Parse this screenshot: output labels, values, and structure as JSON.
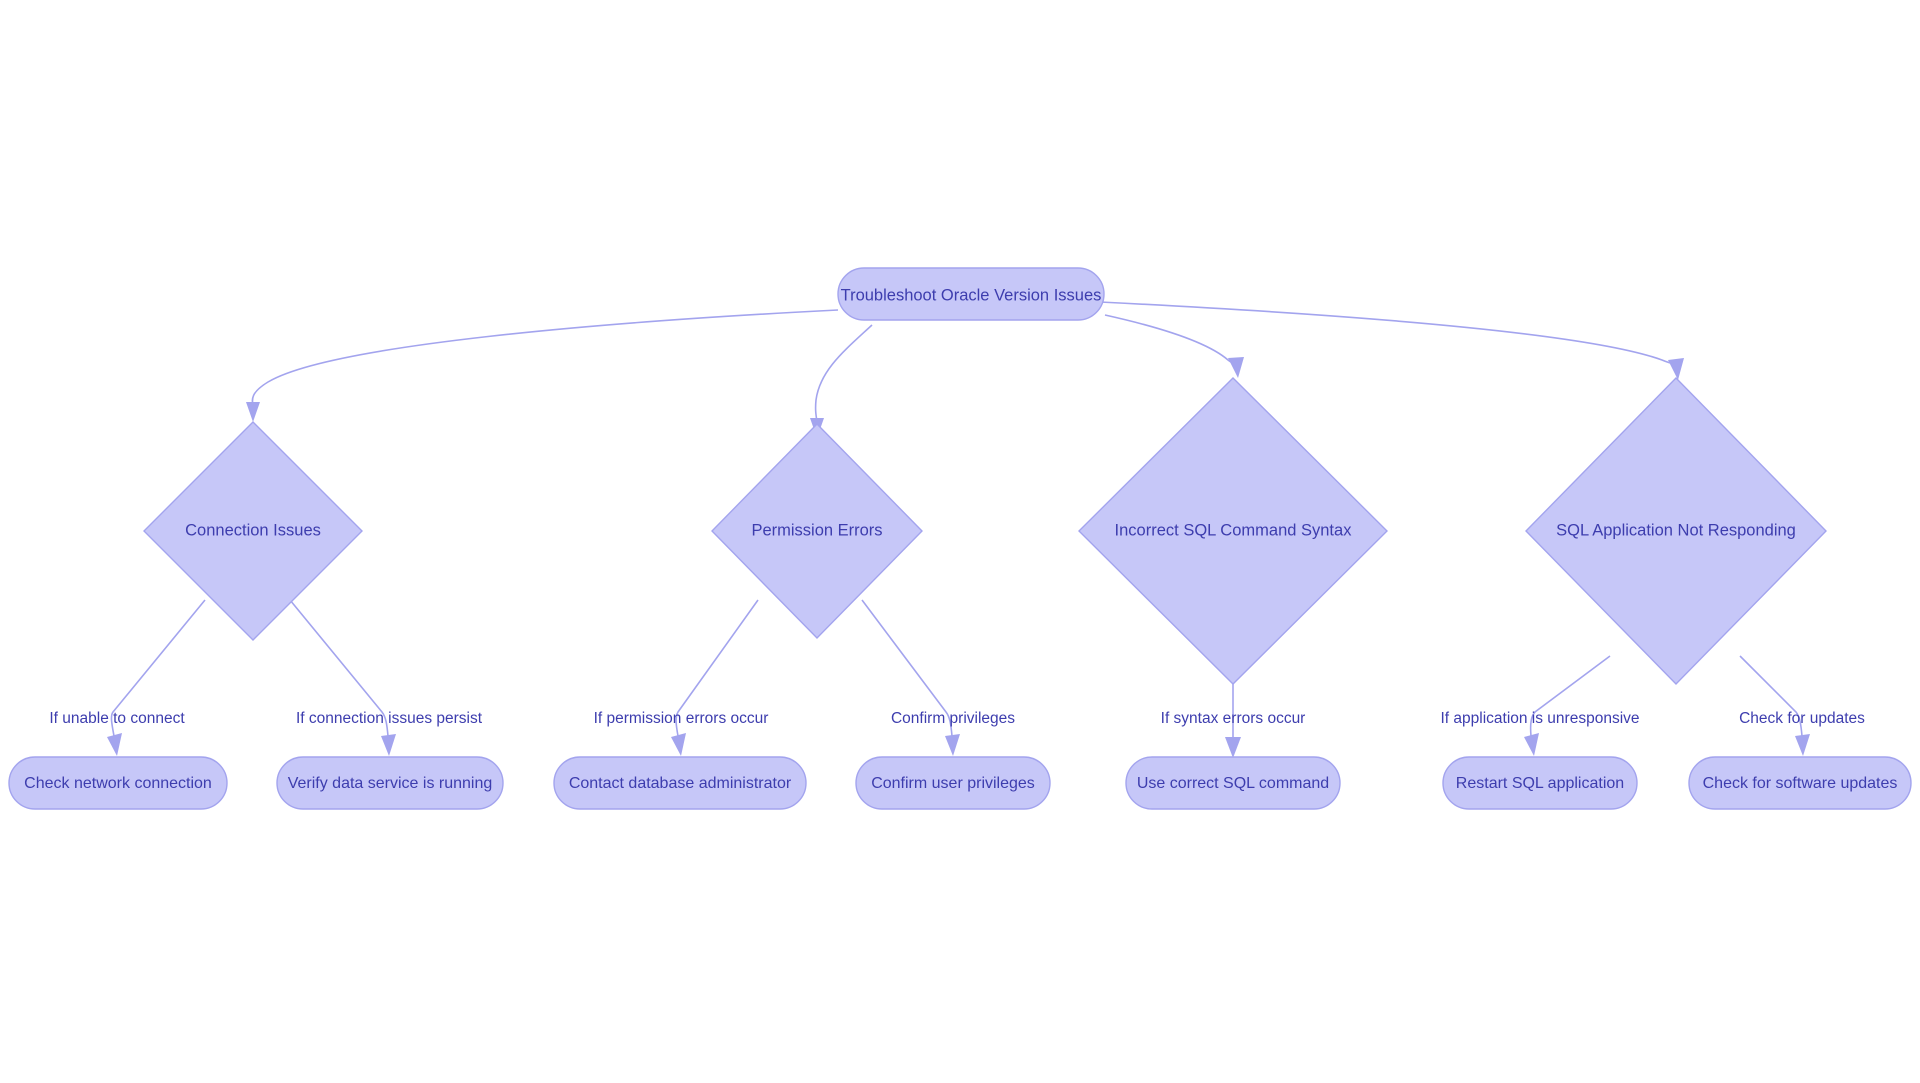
{
  "diagram": {
    "type": "flowchart",
    "orientation": "top-down",
    "background_color": "#ffffff",
    "node_fill_color": "#c6c7f8",
    "node_border_color": "#a3a4ee",
    "text_color": "#3d3dae",
    "edge_color": "#a3a4ee"
  },
  "root": {
    "id": "root",
    "shape": "rounded-rectangle",
    "label": "Troubleshoot Oracle Version Issues"
  },
  "decisions": [
    {
      "id": "connection-issues",
      "shape": "diamond",
      "label": "Connection Issues"
    },
    {
      "id": "permission-errors",
      "shape": "diamond",
      "label": "Permission Errors"
    },
    {
      "id": "incorrect-sql-command-syntax",
      "shape": "diamond",
      "label": "Incorrect SQL Command Syntax"
    },
    {
      "id": "sql-application-not-responding",
      "shape": "diamond",
      "label": "SQL Application Not Responding"
    }
  ],
  "actions": [
    {
      "id": "check-network-connection",
      "shape": "rounded-rectangle",
      "label": "Check network connection"
    },
    {
      "id": "verify-data-service-is-running",
      "shape": "rounded-rectangle",
      "label": "Verify data service is running"
    },
    {
      "id": "contact-database-administrator",
      "shape": "rounded-rectangle",
      "label": "Contact database administrator"
    },
    {
      "id": "confirm-user-privileges",
      "shape": "rounded-rectangle",
      "label": "Confirm user privileges"
    },
    {
      "id": "use-correct-sql-command",
      "shape": "rounded-rectangle",
      "label": "Use correct SQL command"
    },
    {
      "id": "restart-sql-application",
      "shape": "rounded-rectangle",
      "label": "Restart SQL application"
    },
    {
      "id": "check-for-software-updates",
      "shape": "rounded-rectangle",
      "label": "Check for software updates"
    }
  ],
  "edge_labels": [
    {
      "id": "if-unable-to-connect",
      "label": "If unable to connect"
    },
    {
      "id": "if-connection-issues-persist",
      "label": "If connection issues persist"
    },
    {
      "id": "if-permission-errors-occur",
      "label": "If permission errors occur"
    },
    {
      "id": "confirm-privileges",
      "label": "Confirm privileges"
    },
    {
      "id": "if-syntax-errors-occur",
      "label": "If syntax errors occur"
    },
    {
      "id": "if-application-is-unresponsive",
      "label": "If application is unresponsive"
    },
    {
      "id": "check-for-updates",
      "label": "Check for updates"
    }
  ],
  "edges": [
    {
      "from": "root",
      "to": "connection-issues",
      "label": ""
    },
    {
      "from": "root",
      "to": "permission-errors",
      "label": ""
    },
    {
      "from": "root",
      "to": "incorrect-sql-command-syntax",
      "label": ""
    },
    {
      "from": "root",
      "to": "sql-application-not-responding",
      "label": ""
    },
    {
      "from": "connection-issues",
      "to": "check-network-connection",
      "label": "If unable to connect"
    },
    {
      "from": "connection-issues",
      "to": "verify-data-service-is-running",
      "label": "If connection issues persist"
    },
    {
      "from": "permission-errors",
      "to": "contact-database-administrator",
      "label": "If permission errors occur"
    },
    {
      "from": "permission-errors",
      "to": "confirm-user-privileges",
      "label": "Confirm privileges"
    },
    {
      "from": "incorrect-sql-command-syntax",
      "to": "use-correct-sql-command",
      "label": "If syntax errors occur"
    },
    {
      "from": "sql-application-not-responding",
      "to": "restart-sql-application",
      "label": "If application is unresponsive"
    },
    {
      "from": "sql-application-not-responding",
      "to": "check-for-software-updates",
      "label": "Check for updates"
    }
  ]
}
